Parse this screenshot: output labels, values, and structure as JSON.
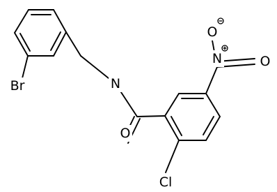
{
  "molecule": {
    "atoms": {
      "bromine": "Br",
      "amide_nitrogen": "N",
      "carbonyl_oxygen": "O",
      "chlorine": "Cl",
      "nitro_nitrogen": "N",
      "nitro_oxygen_top": "O",
      "nitro_oxygen_right": "O"
    },
    "colors": {
      "ink": "#000000",
      "background": "#ffffff"
    }
  }
}
